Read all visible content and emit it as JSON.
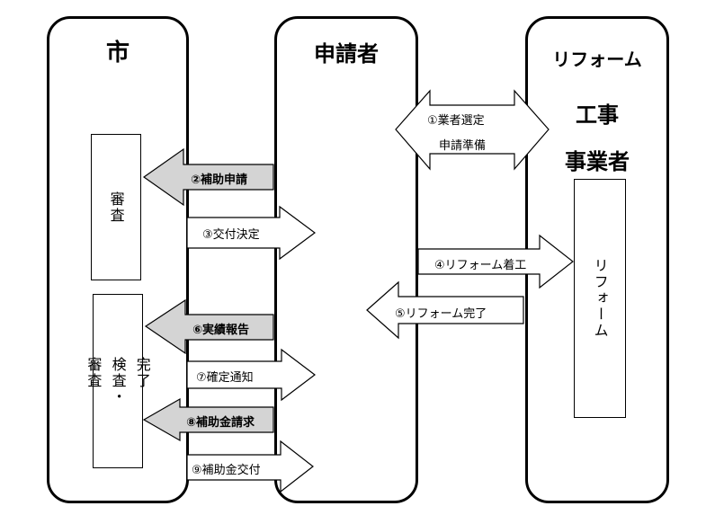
{
  "lanes": {
    "city": "市",
    "applicant": "申請者",
    "contractor": [
      "リフォーム",
      "工事",
      "事業者"
    ]
  },
  "boxes": {
    "review": "審査",
    "inspection": "完了\n検査・\n審査",
    "reform": "リフォーム"
  },
  "steps": {
    "s1_line1": "①業者選定",
    "s1_line2": "申請準備",
    "s2": "②補助申請",
    "s3": "③交付決定",
    "s4": "④リフォーム着工",
    "s5": "⑤リフォーム完了",
    "s6": "⑥実績報告",
    "s7": "⑦確定通知",
    "s8": "⑧補助金請求",
    "s9": "⑨補助金交付"
  },
  "colors": {
    "shaded_arrow": "#d4d4d4",
    "white_arrow": "#ffffff",
    "stroke": "#000000"
  }
}
